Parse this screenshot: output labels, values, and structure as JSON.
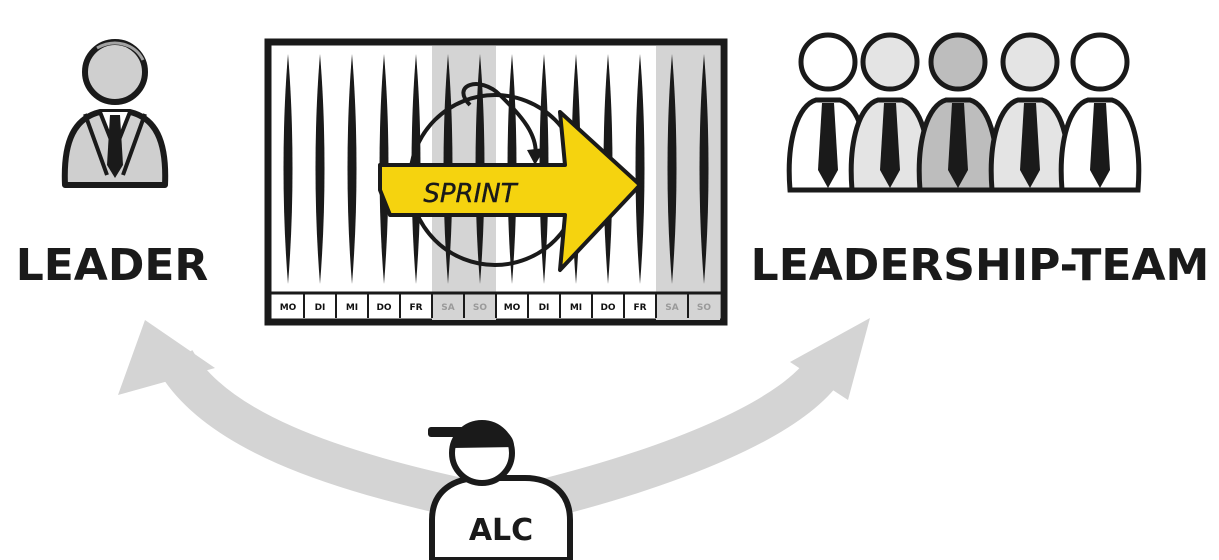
{
  "labels": {
    "leader": "LEADER",
    "team": "LEADERSHIP-TEAM",
    "sprint": "SPRINT",
    "alc": "ALC"
  },
  "calendar": {
    "days": [
      "MO",
      "DI",
      "MI",
      "DO",
      "FR",
      "SA",
      "SO",
      "MO",
      "DI",
      "MI",
      "DO",
      "FR",
      "SA",
      "SO"
    ],
    "weekend": [
      false,
      false,
      false,
      false,
      false,
      true,
      true,
      false,
      false,
      false,
      false,
      false,
      true,
      true
    ]
  },
  "colors": {
    "ink": "#1a1a1a",
    "accent": "#f5d30f",
    "gray": "#d4d4d4",
    "dark_gray": "#b9b9b9"
  },
  "icons": {
    "leader": "person-icon",
    "team": "group-icon",
    "alc": "person-with-cap-icon",
    "cycle": "cycle-arrow-icon"
  }
}
